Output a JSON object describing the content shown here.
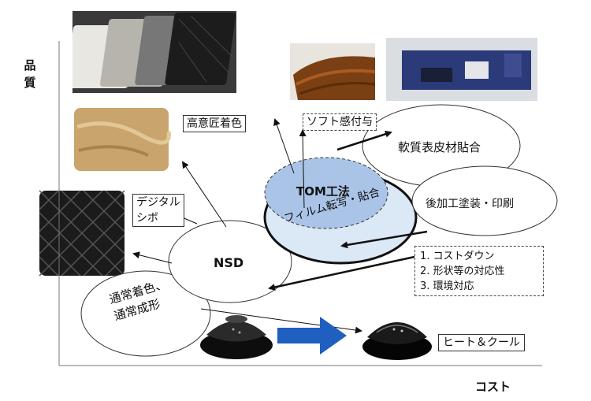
{
  "axes": {
    "y_label": "品\n質",
    "x_label": "コスト"
  },
  "bubbles": {
    "tom": "TOM工法",
    "film": "フィルム転写・貼合",
    "soft_skin": "軟質表皮材貼合",
    "post_process": "後加工塗装・印刷",
    "nsd": "NSD",
    "normal": "通常着色、\n通常成形"
  },
  "tags": {
    "high_design": "高意匠着色",
    "soft_feel": "ソフト感付与",
    "digital_emboss": "デジタル\nシボ",
    "heat_cool": "ヒート＆クール"
  },
  "benefits": {
    "items": [
      "1. コストダウン",
      "2. 形状等の対応性",
      "3. 環境対応"
    ]
  },
  "colors": {
    "tom_fill": "#a9c4e6",
    "film_fill": "#dbe8f5",
    "arrow_blue": "#1f5fbf"
  }
}
